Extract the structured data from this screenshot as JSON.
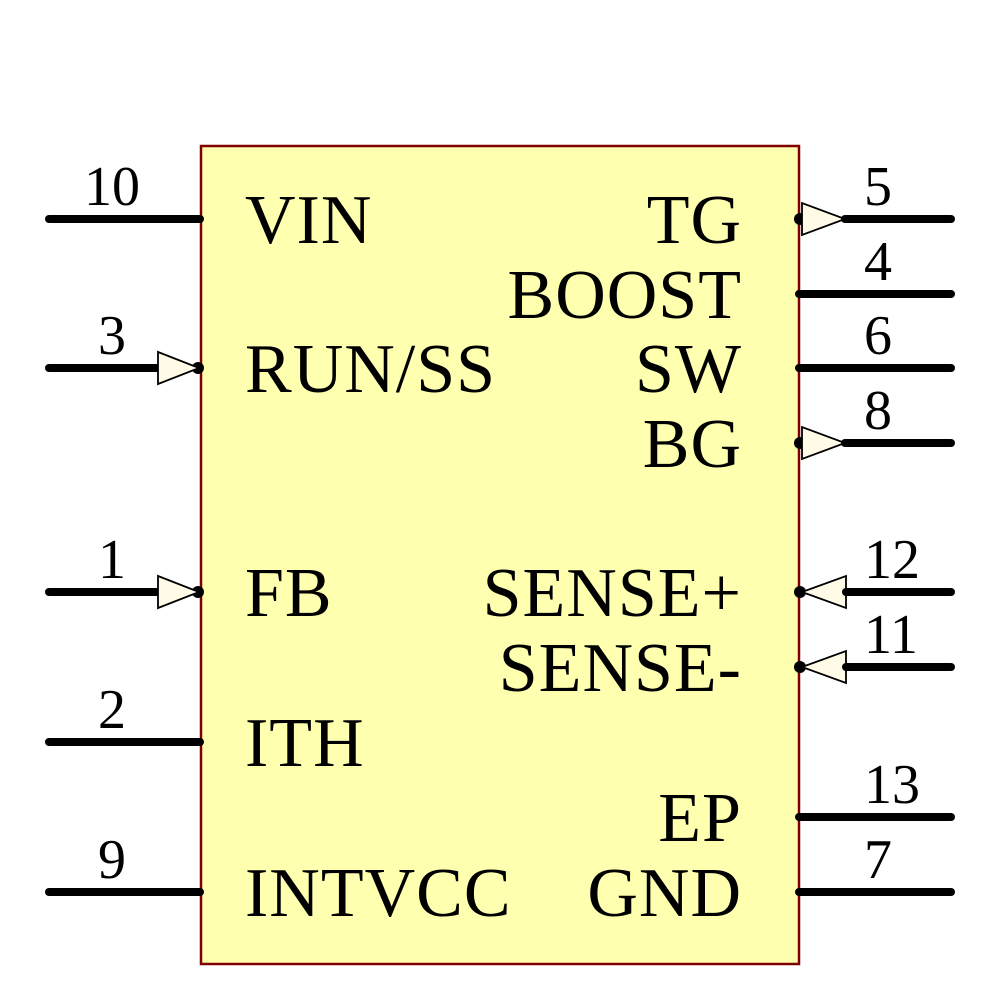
{
  "component": {
    "kind": "ic-schematic-symbol",
    "body": {
      "fill": "#FFFFB0",
      "border_color": "#800000"
    },
    "arrow_fill": "#FFFBE6",
    "pins_left": [
      {
        "number": "10",
        "label": "VIN",
        "direction": "none"
      },
      {
        "number": "3",
        "label": "RUN/SS",
        "direction": "in"
      },
      {
        "number": "1",
        "label": "FB",
        "direction": "in"
      },
      {
        "number": "2",
        "label": "ITH",
        "direction": "none"
      },
      {
        "number": "9",
        "label": "INTVCC",
        "direction": "none"
      }
    ],
    "pins_right": [
      {
        "number": "5",
        "label": "TG",
        "direction": "out"
      },
      {
        "number": "4",
        "label": "BOOST",
        "direction": "none"
      },
      {
        "number": "6",
        "label": "SW",
        "direction": "none"
      },
      {
        "number": "8",
        "label": "BG",
        "direction": "out"
      },
      {
        "number": "12",
        "label": "SENSE+",
        "direction": "in"
      },
      {
        "number": "11",
        "label": "SENSE-",
        "direction": "in"
      },
      {
        "number": "13",
        "label": "EP",
        "direction": "none"
      },
      {
        "number": "7",
        "label": "GND",
        "direction": "none"
      }
    ]
  }
}
